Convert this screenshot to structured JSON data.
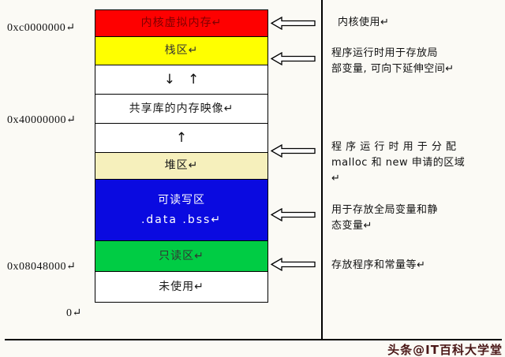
{
  "column": {
    "blocks": [
      {
        "label": "内核虚拟内存↵",
        "bg": "#fe0000",
        "fg": "#7f0000"
      },
      {
        "label": "栈区↵",
        "bg": "#ffff00",
        "fg": "#333333"
      },
      {
        "label": "",
        "bg": "#ffffff",
        "fg": "#111111"
      },
      {
        "label": "共享库的内存映像↵",
        "bg": "#ffffff",
        "fg": "#1a1a1a"
      },
      {
        "label": "",
        "bg": "#ffffff",
        "fg": "#111111"
      },
      {
        "label": "堆区↵",
        "bg": "#f6f0bc",
        "fg": "#1a1a1a"
      },
      {
        "label": "可读写区",
        "label2": ".data .bss↵",
        "bg": "#0a0ae0",
        "fg": "#ffffff"
      },
      {
        "label": "只读区↵",
        "bg": "#00cc44",
        "fg": "#333333"
      },
      {
        "label": "未使用↵",
        "bg": "#ffffff",
        "fg": "#1a1a1a"
      }
    ]
  },
  "addresses": [
    {
      "text": "0xc0000000↵"
    },
    {
      "text": "0x40000000↵"
    },
    {
      "text": "0x08048000↵"
    },
    {
      "text": "0↵"
    }
  ],
  "annotations": [
    {
      "text": "内核使用↵"
    },
    {
      "text": "程序运行时用于存放局\n部变量, 可向下延伸空间↵"
    },
    {
      "text": "程 序 运 行 时 用 于 分 配\nmalloc 和 new 申请的区域↵"
    },
    {
      "text": "用于存放全局变量和静\n态变量↵"
    },
    {
      "text": "存放程序和常量等↵"
    }
  ],
  "icons": {
    "down_arrow": "↓",
    "up_arrow": "↑"
  },
  "watermark": "头条@IT百科大学堂"
}
